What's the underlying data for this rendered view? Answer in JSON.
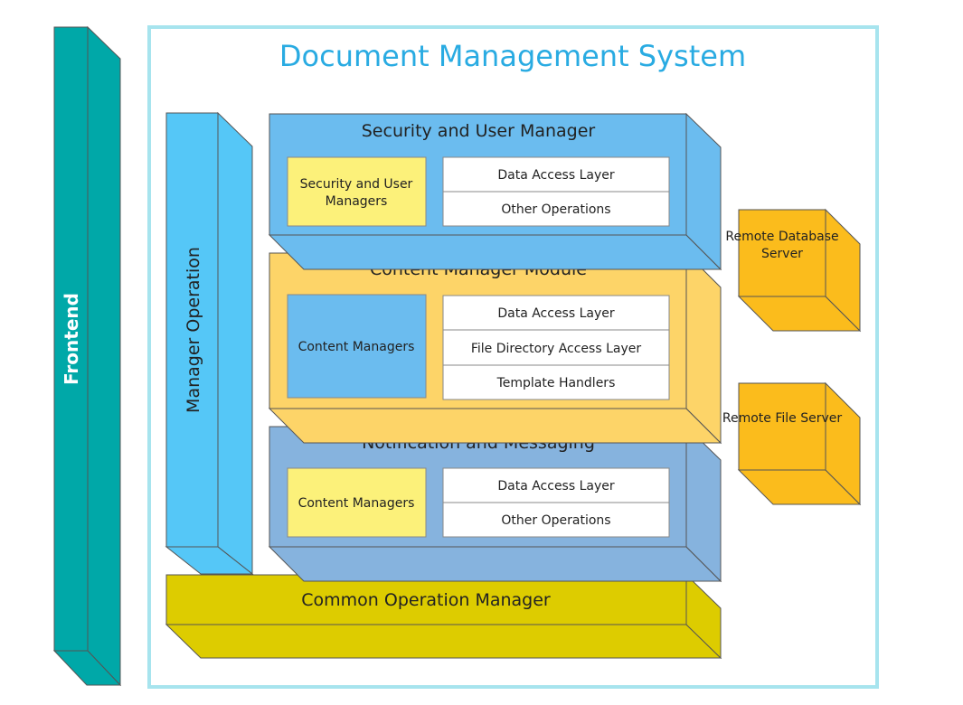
{
  "title": "Document Management System",
  "frontend_label": "Frontend",
  "manager_operation_label": "Manager Operation",
  "common_operation_label": "Common Operation Manager",
  "modules": [
    {
      "title": "Security and User Manager",
      "main_box": "Security and User Managers",
      "layers": [
        "Data Access Layer",
        "Other Operations"
      ]
    },
    {
      "title": "Content Manager Module",
      "main_box": "Content Managers",
      "layers": [
        "Data Access Layer",
        "File Directory Access Layer",
        "Template Handlers"
      ]
    },
    {
      "title": "Notification and Messaging",
      "main_box": "Content Managers",
      "layers": [
        "Data Access Layer",
        "Other Operations"
      ]
    }
  ],
  "servers": [
    "Remote Database Server",
    "Remote File Server"
  ],
  "colors": {
    "title": "#29abe2",
    "frame": "#a7e4ee",
    "frontend": "#00a8a8",
    "manager_operation": "#55c7f7",
    "security_module": "#6bbcef",
    "content_module": "#fdd468",
    "notification_module": "#86b3de",
    "common_operation": "#ddcc00",
    "yellow_box": "#fcf17a",
    "blue_box": "#6bbcef",
    "server": "#fbbc1c"
  }
}
